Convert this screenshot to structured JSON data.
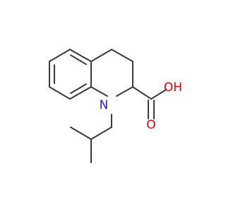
{
  "molecule": {
    "atoms": [
      {
        "id": "nitrogen",
        "label": "N",
        "color": "#2020d6"
      },
      {
        "id": "hydroxyl-oxygen",
        "label": "OH",
        "color": "#e00000"
      },
      {
        "id": "carbonyl-oxygen",
        "label": "O",
        "color": "#e00000"
      }
    ],
    "bond_color": "#3a3a3a",
    "background": "#ffffff"
  }
}
